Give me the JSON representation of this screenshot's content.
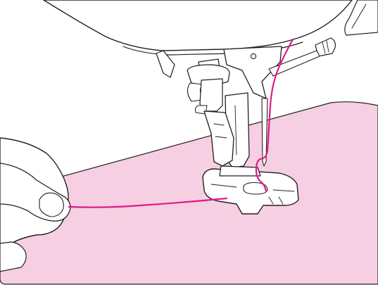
{
  "illustration": {
    "subject": "sewing-machine-presser-foot",
    "colors": {
      "background": "#ffffff",
      "fabric": "#f6cfe2",
      "thread": "#e0198a",
      "outline": "#231f20",
      "fill": "#ffffff",
      "skin": "#ffffff"
    },
    "parts": [
      "machine-arm",
      "presser-bar",
      "thread-guide",
      "presser-foot-holder",
      "presser-foot",
      "needle",
      "upper-thread",
      "fabric",
      "hand",
      "bobbin-thread"
    ]
  }
}
